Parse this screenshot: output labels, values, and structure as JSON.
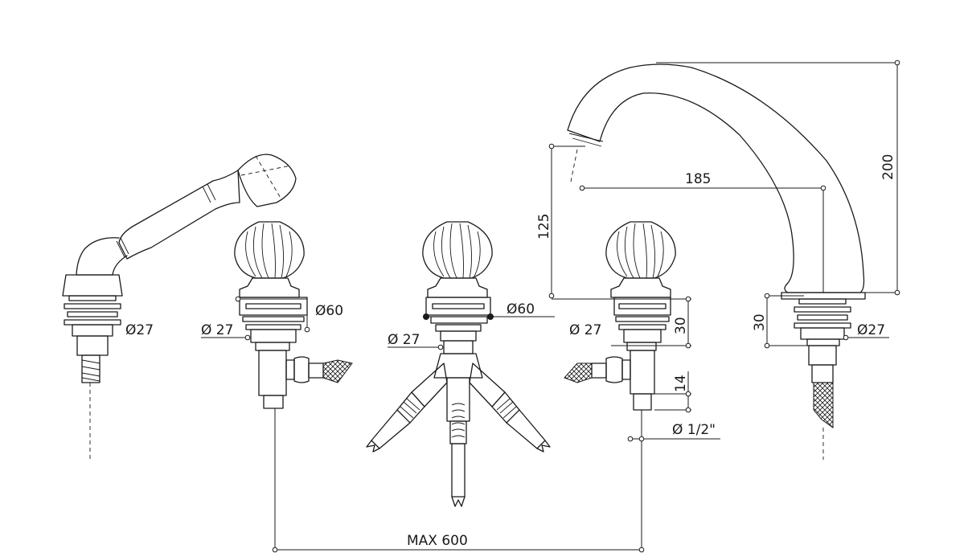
{
  "dimensions": {
    "d60_left": "Ø60",
    "d27_left_outer": "Ø27",
    "d27_left_inner": "Ø 27",
    "d60_center": "Ø60",
    "d27_center": "Ø 27",
    "d27_right_valve": "Ø 27",
    "h30_valve": "30",
    "h14": "14",
    "d12": "Ø 1/2\"",
    "max600": "MAX 600",
    "h125": "125",
    "w185": "185",
    "h200": "200",
    "h30_spout": "30",
    "d27_spout": "Ø27"
  }
}
